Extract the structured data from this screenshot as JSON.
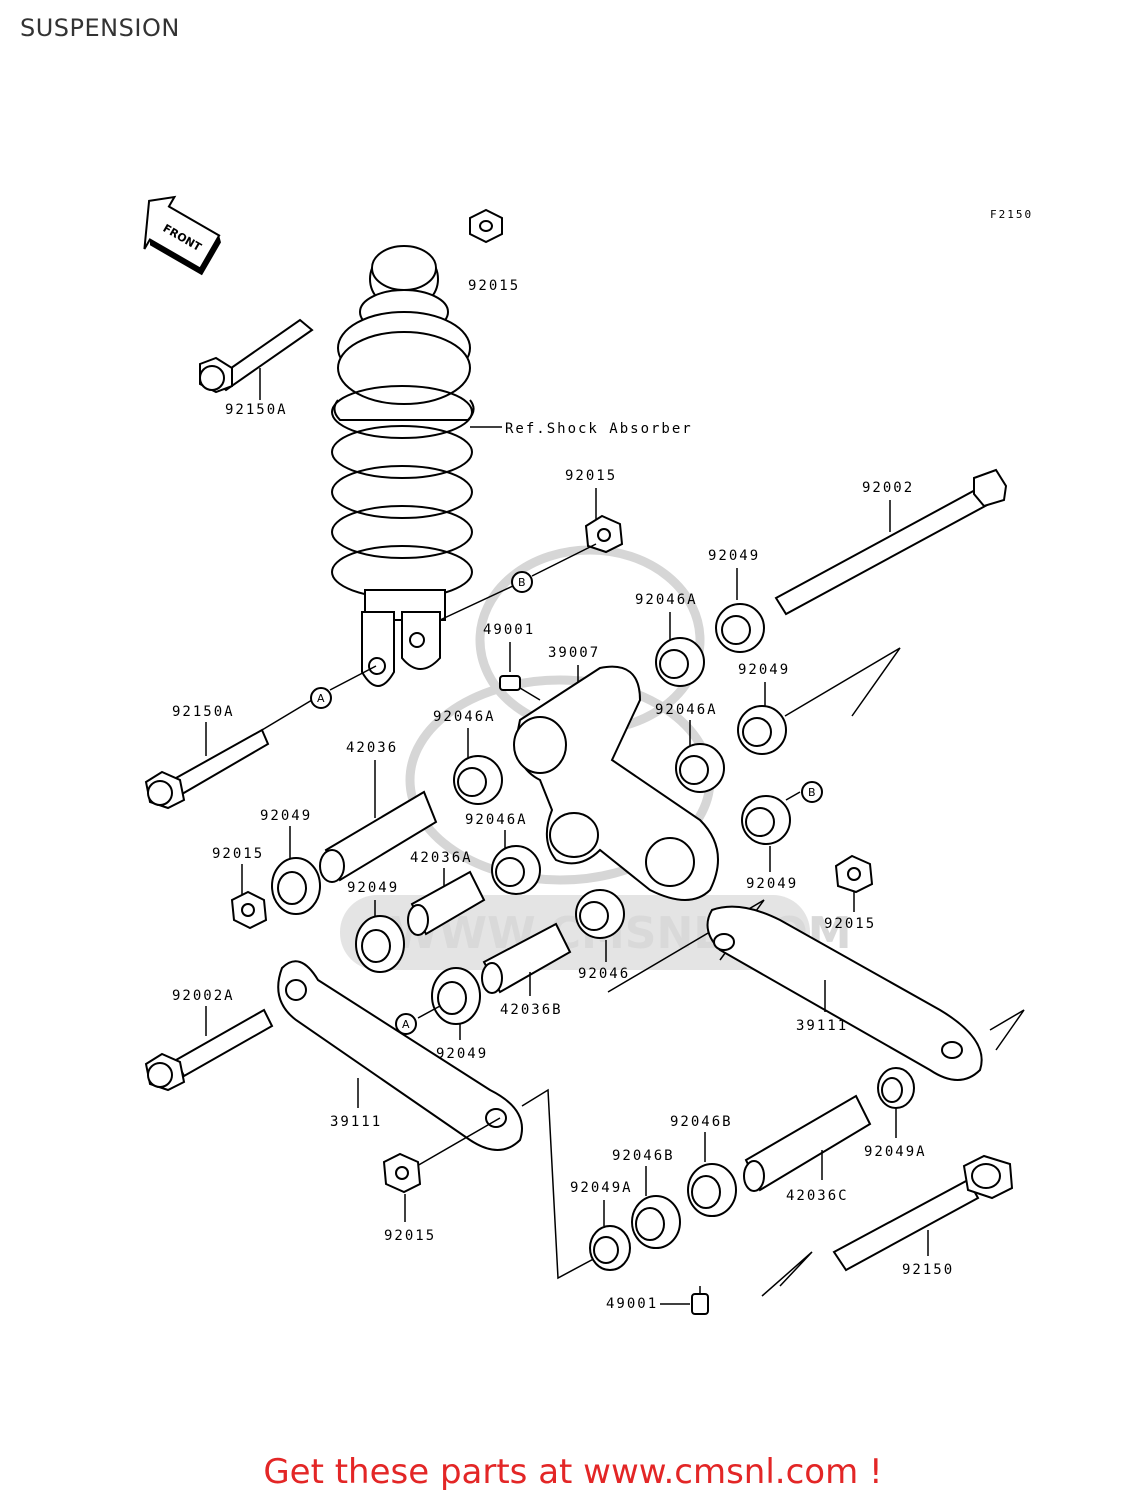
{
  "page": {
    "title": "SUSPENSION",
    "figure_code": "F2150",
    "front_label": "FRONT",
    "footer_text": "Get these parts at www.cmsnl.com !",
    "footer_color": "#e32626",
    "watermark_text": "WWW.CMSNL.COM"
  },
  "labels": {
    "nut_top": "92015",
    "bolt_top": "92150A",
    "shock_ref": "Ref.Shock Absorber",
    "nut_b": "92015",
    "shaft_top": "92002",
    "seal_1": "92049",
    "bearing_1": "92046A",
    "seal_2": "92049",
    "grease_nipple_top": "49001",
    "rocker_arm": "39007",
    "bolt_a": "92150A",
    "bearing_2": "92046A",
    "bearing_3": "92046A",
    "collar_1": "42036",
    "seal_3": "92049",
    "bearing_4": "92046A",
    "nut_left": "92015",
    "collar_2": "42036A",
    "seal_4": "92049",
    "seal_5": "92049",
    "nut_right": "92015",
    "bearing_5": "92046",
    "collar_3": "42036B",
    "bolt_left": "92002A",
    "seal_6": "92049",
    "tie_rod_right": "39111",
    "tie_rod_left": "39111",
    "bearing_6": "92046B",
    "bearing_7": "92046B",
    "seal_7": "92049A",
    "seal_8": "92049A",
    "collar_4": "42036C",
    "nut_bottom": "92015",
    "bolt_bottom": "92150",
    "grease_nipple_bottom": "49001"
  },
  "callouts": {
    "a": "A",
    "b": "B"
  }
}
